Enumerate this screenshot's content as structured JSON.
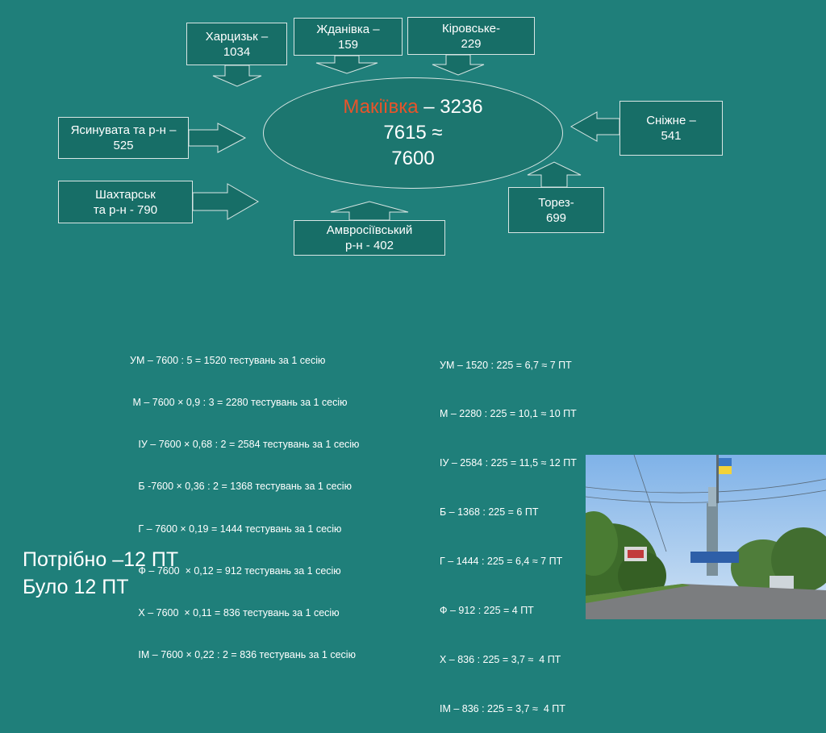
{
  "center": {
    "city": "Макіївка",
    "rest": " – 3236",
    "line2": "7615 ≈",
    "line3": "7600"
  },
  "sources": {
    "khartsyzk": [
      "Харцизьк –",
      "1034"
    ],
    "zhdanivka": [
      "Жданівка –",
      "159"
    ],
    "kirovske": [
      "Кіровське-",
      "229"
    ],
    "yasynuvata": [
      "Ясинувата та р-н –",
      "525"
    ],
    "shakhtarsk": [
      "Шахтарськ",
      "та р-н - 790"
    ],
    "amvrosiivskyi": [
      "Амвросіївський",
      "р-н - 402"
    ],
    "torez": [
      "Торез-",
      "699"
    ],
    "snizhne": [
      "Сніжне –",
      "541"
    ]
  },
  "calc_left": [
    "УМ – 7600 : 5 = 1520 тестувань за 1 сесію",
    " М – 7600 × 0,9 : 3 = 2280 тестувань за 1 сесію",
    "   ІУ – 7600 × 0,68 : 2 = 2584 тестувань за 1 сесію",
    "   Б -7600 × 0,36 : 2 = 1368 тестувань за 1 сесію",
    "   Г – 7600 × 0,19 = 1444 тестувань за 1 сесію",
    "   Ф – 7600  × 0,12 = 912 тестувань за 1 сесію",
    "   Х – 7600  × 0,11 = 836 тестувань за 1 сесію",
    "   ІМ – 7600 × 0,22 : 2 = 836 тестувань за 1 сесію"
  ],
  "calc_right": [
    "УМ – 1520 : 225 = 6,7 ≈ 7 ПТ",
    "М – 2280 : 225 = 10,1 ≈ 10 ПТ",
    "ІУ – 2584 : 225 = 11,5 ≈ 12 ПТ",
    "Б – 1368 : 225 = 6 ПТ",
    "Г – 1444 : 225 = 6,4 ≈ 7 ПТ",
    "Ф – 912 : 225 = 4 ПТ",
    "Х – 836 : 225 = 3,7 ≈  4 ПТ",
    "ІМ – 836 : 225 = 3,7 ≈  4 ПТ"
  ],
  "summary": {
    "needed": "Потрібно –12 ПТ",
    "was": "Було 12 ПТ"
  },
  "colors": {
    "background": "#1f7f7a",
    "city_accent": "#e8542a"
  }
}
